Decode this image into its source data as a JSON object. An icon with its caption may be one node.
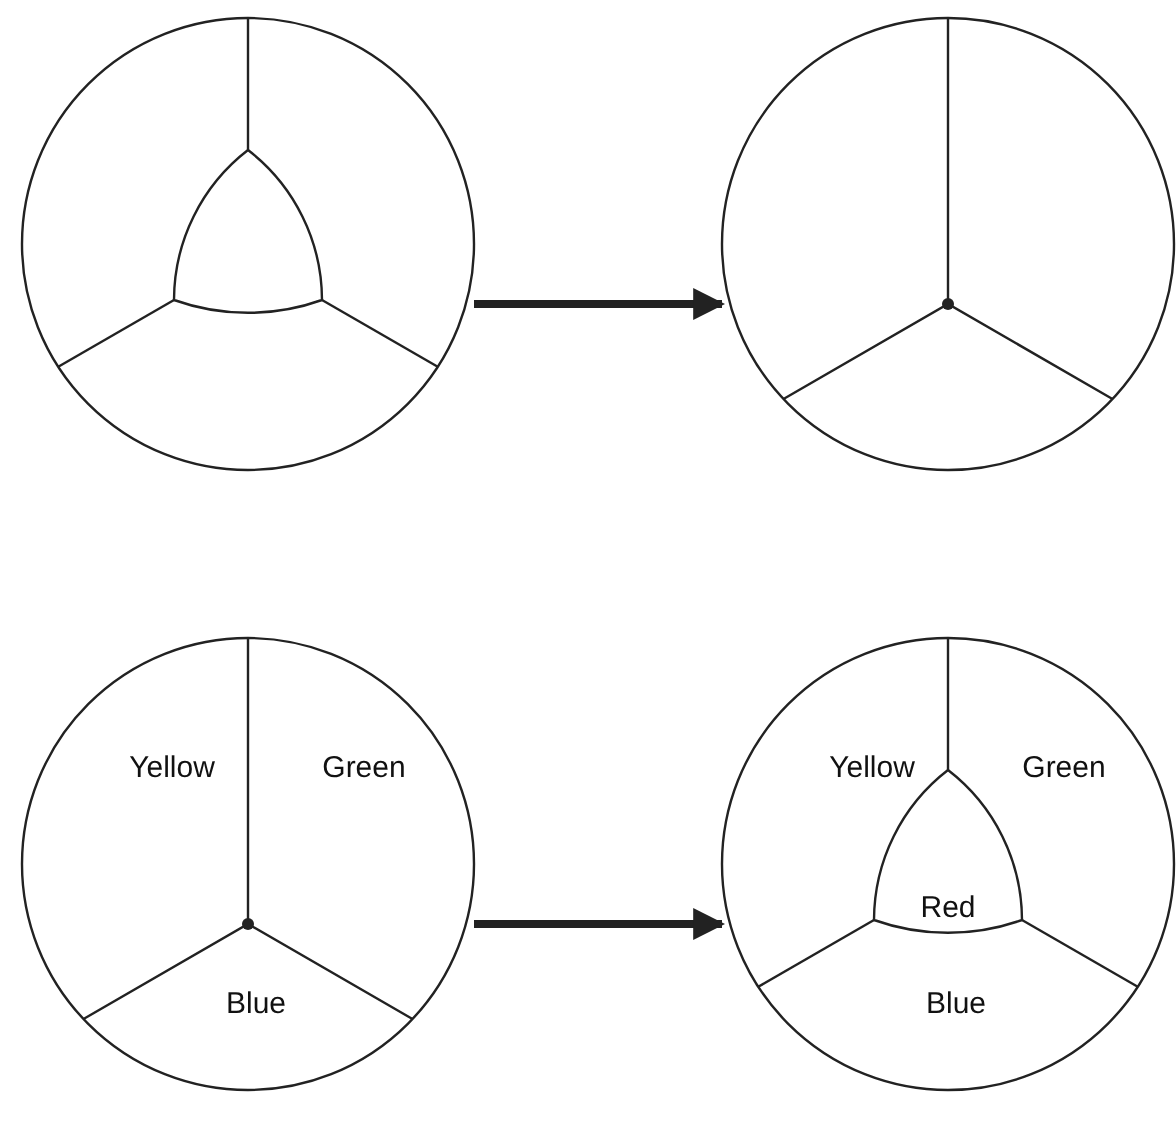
{
  "diagram": {
    "nodes": [
      {
        "text": [],
        "shape": "circle"
      },
      {
        "text": [],
        "shape": "circle"
      },
      {
        "text": [
          "Yellow",
          "Green",
          "Blue"
        ]
      },
      {
        "text": [
          "Yellow",
          "Green",
          "Red",
          "Blue"
        ]
      }
    ],
    "edges": [
      {
        "from": 0,
        "to": 1,
        "arrow": "to"
      },
      {
        "from": 2,
        "to": 3,
        "arrow": "to"
      }
    ]
  }
}
